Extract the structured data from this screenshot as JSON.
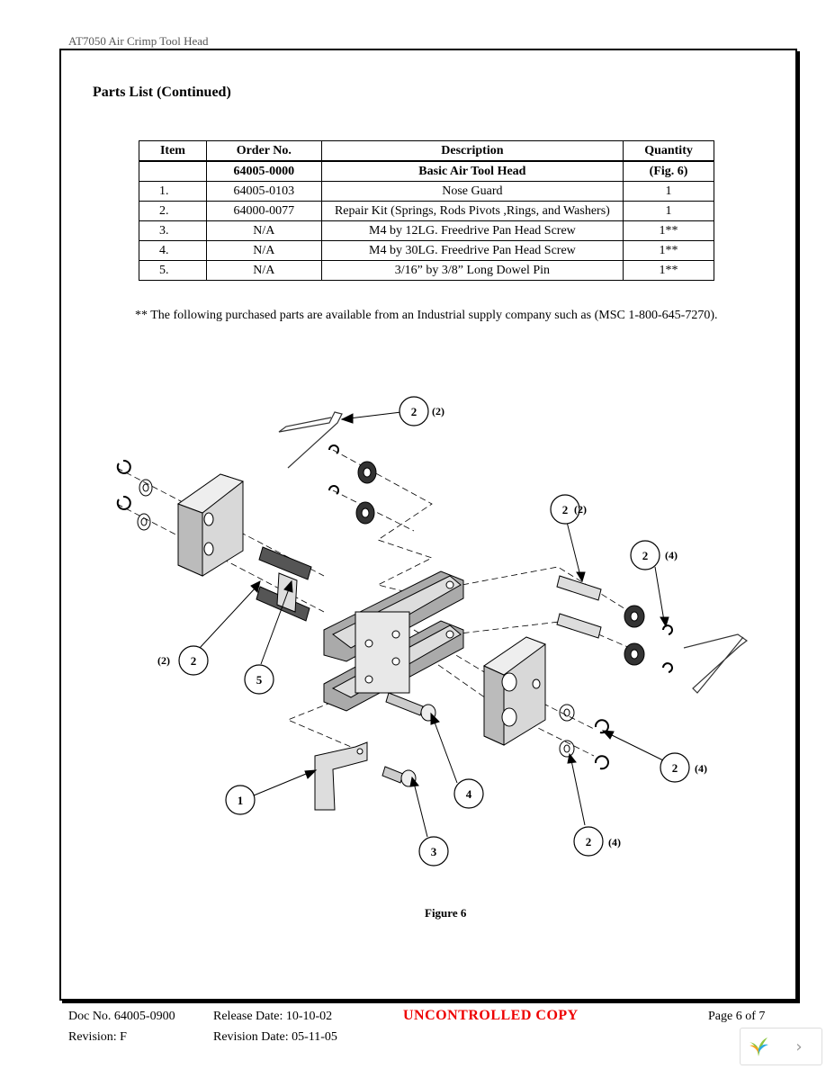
{
  "header": {
    "title": "AT7050 Air Crimp Tool Head"
  },
  "section_title": "Parts List (Continued)",
  "table": {
    "headers": [
      "Item",
      "Order No.",
      "Description",
      "Quantity"
    ],
    "subheader": [
      "",
      "64005-0000",
      "Basic Air Tool Head",
      "(Fig. 6)"
    ],
    "rows": [
      [
        "1.",
        "64005-0103",
        "Nose Guard",
        "1"
      ],
      [
        "2.",
        "64000-0077",
        "Repair Kit (Springs, Rods Pivots ,Rings, and Washers)",
        "1"
      ],
      [
        "3.",
        "N/A",
        "M4 by 12LG. Freedrive Pan Head Screw",
        "1**"
      ],
      [
        "4.",
        "N/A",
        "M4 by 30LG. Freedrive Pan Head Screw",
        "1**"
      ],
      [
        "5.",
        "N/A",
        "3/16” by 3/8” Long Dowel Pin",
        "1**"
      ]
    ]
  },
  "footnote": "** The following purchased parts are available from an Industrial supply company such as (MSC 1-800-645-7270).",
  "figure": {
    "caption": "Figure 6",
    "callouts": {
      "c1": "1",
      "c2": "2",
      "c3": "3",
      "c4": "4",
      "c5": "5",
      "q2": "(2)",
      "q4": "(4)"
    }
  },
  "footer": {
    "doc_no": "Doc No.  64005-0900",
    "revision": "Revision: F",
    "release_date": "Release Date: 10-10-02",
    "revision_date": "Revision Date: 05-11-05",
    "stamp": "UNCONTROLLED COPY",
    "page": "Page 6 of 7"
  },
  "nav": {
    "next_glyph": "›"
  },
  "colors": {
    "stamp": "#e00000",
    "part_fill": "#d8d8d8",
    "part_dark": "#555555"
  }
}
